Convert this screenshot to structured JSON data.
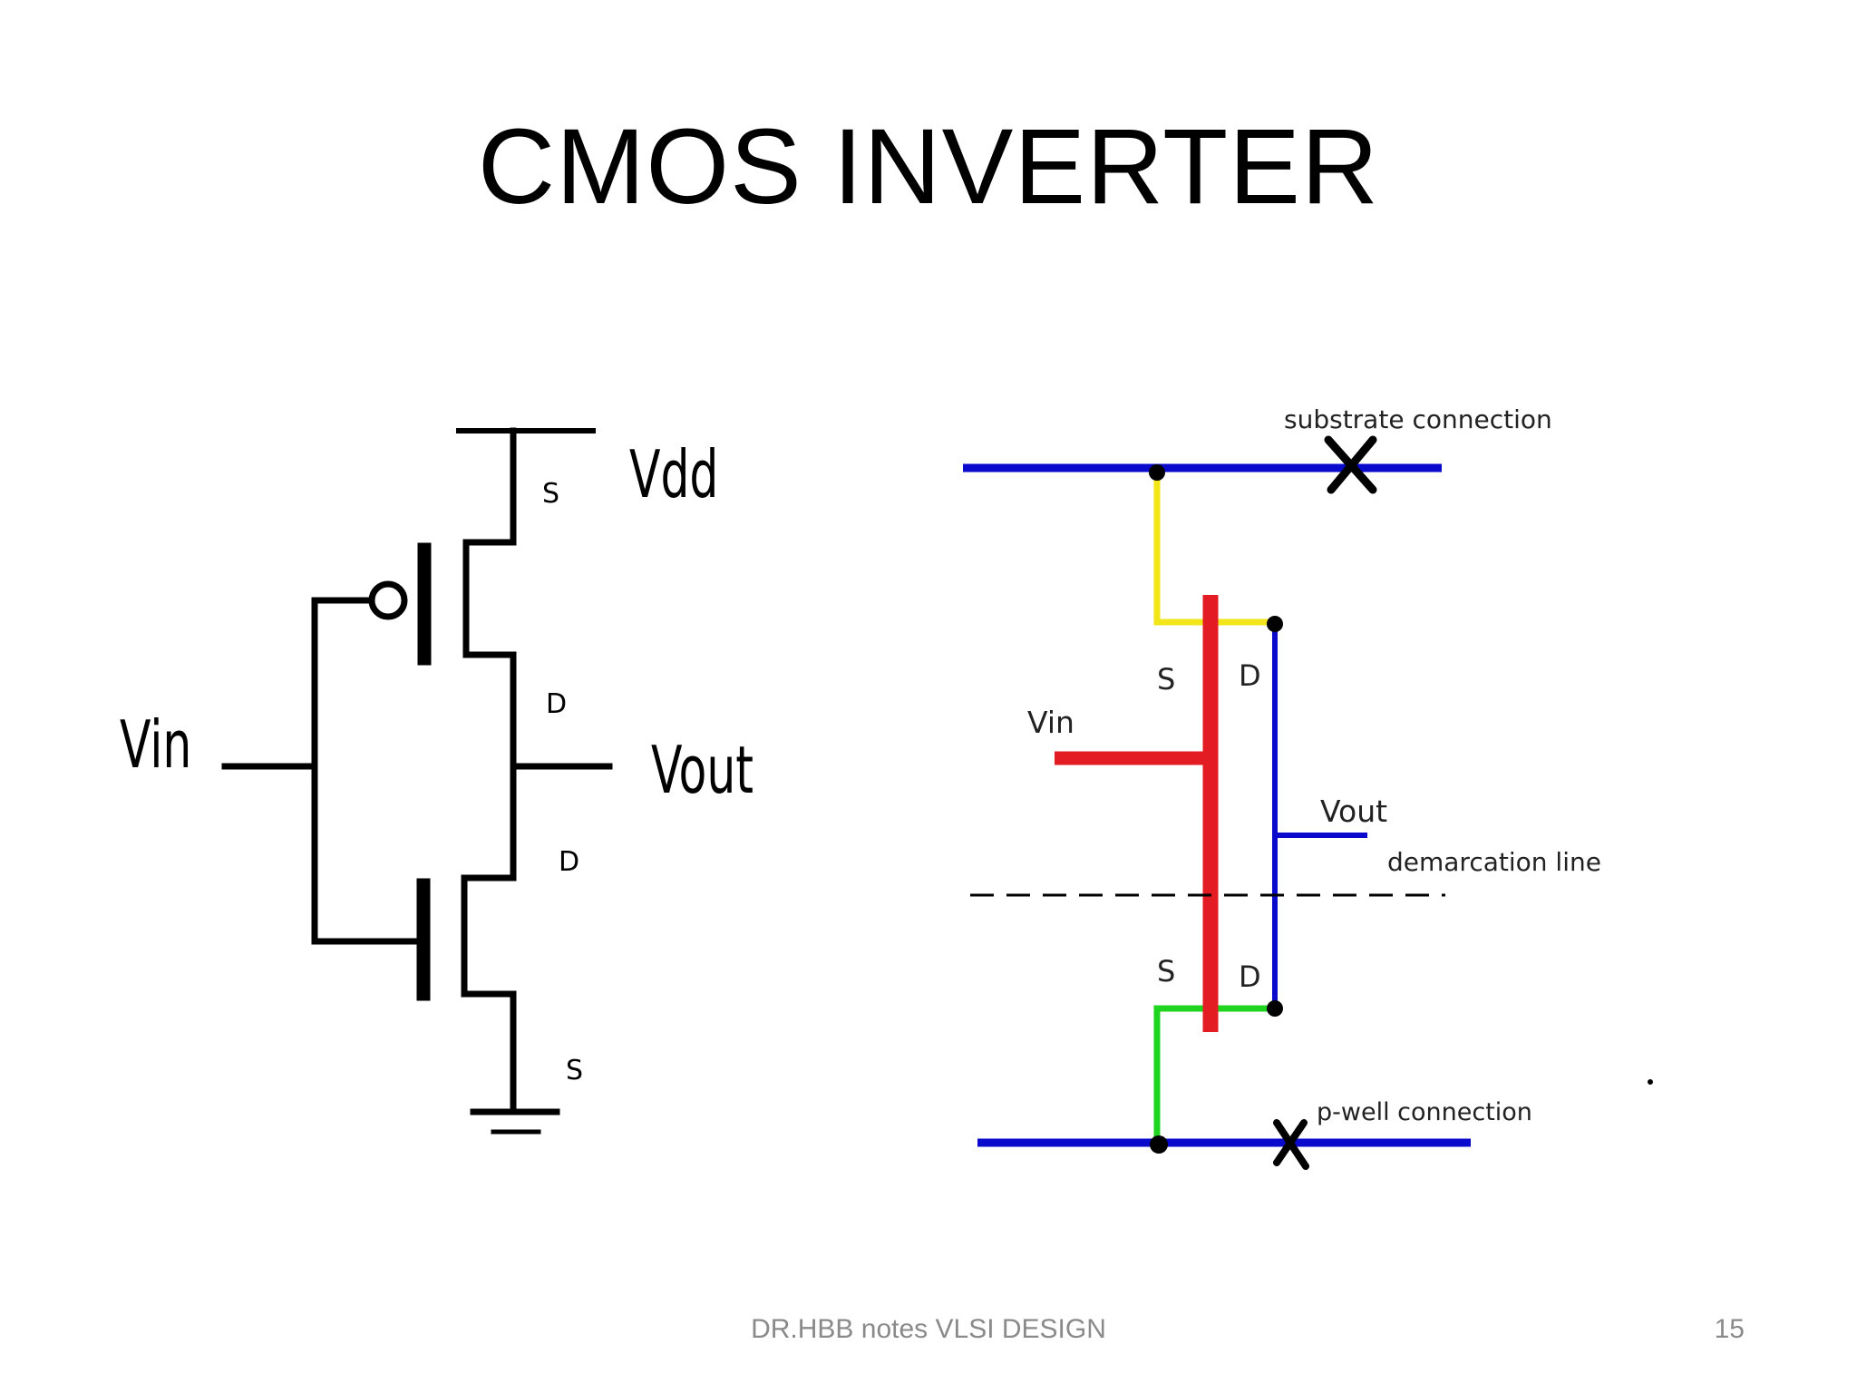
{
  "slide": {
    "title": "CMOS INVERTER",
    "footer": "DR.HBB notes VLSI DESIGN",
    "page_number": "15"
  },
  "schematic": {
    "vdd_label": "Vdd",
    "vin_label": "Vin",
    "vout_label": "Vout",
    "pmos_source_label": "S",
    "pmos_drain_label": "D",
    "nmos_drain_label": "D",
    "nmos_source_label": "S"
  },
  "layout": {
    "substrate_label": "substrate connection",
    "pwell_label": "p-well connection",
    "vin_label": "Vin",
    "vout_label": "Vout",
    "demarcation_label": "demarcation line",
    "top_source_label": "S",
    "top_drain_label": "D",
    "bottom_source_label": "S",
    "bottom_drain_label": "D",
    "colors": {
      "rail": "#0a0acc",
      "gate": "#e31b23",
      "pmos_diffusion": "#f2e51a",
      "nmos_diffusion": "#1ed41e",
      "output": "#0a0acc",
      "marker": "#000000"
    }
  }
}
